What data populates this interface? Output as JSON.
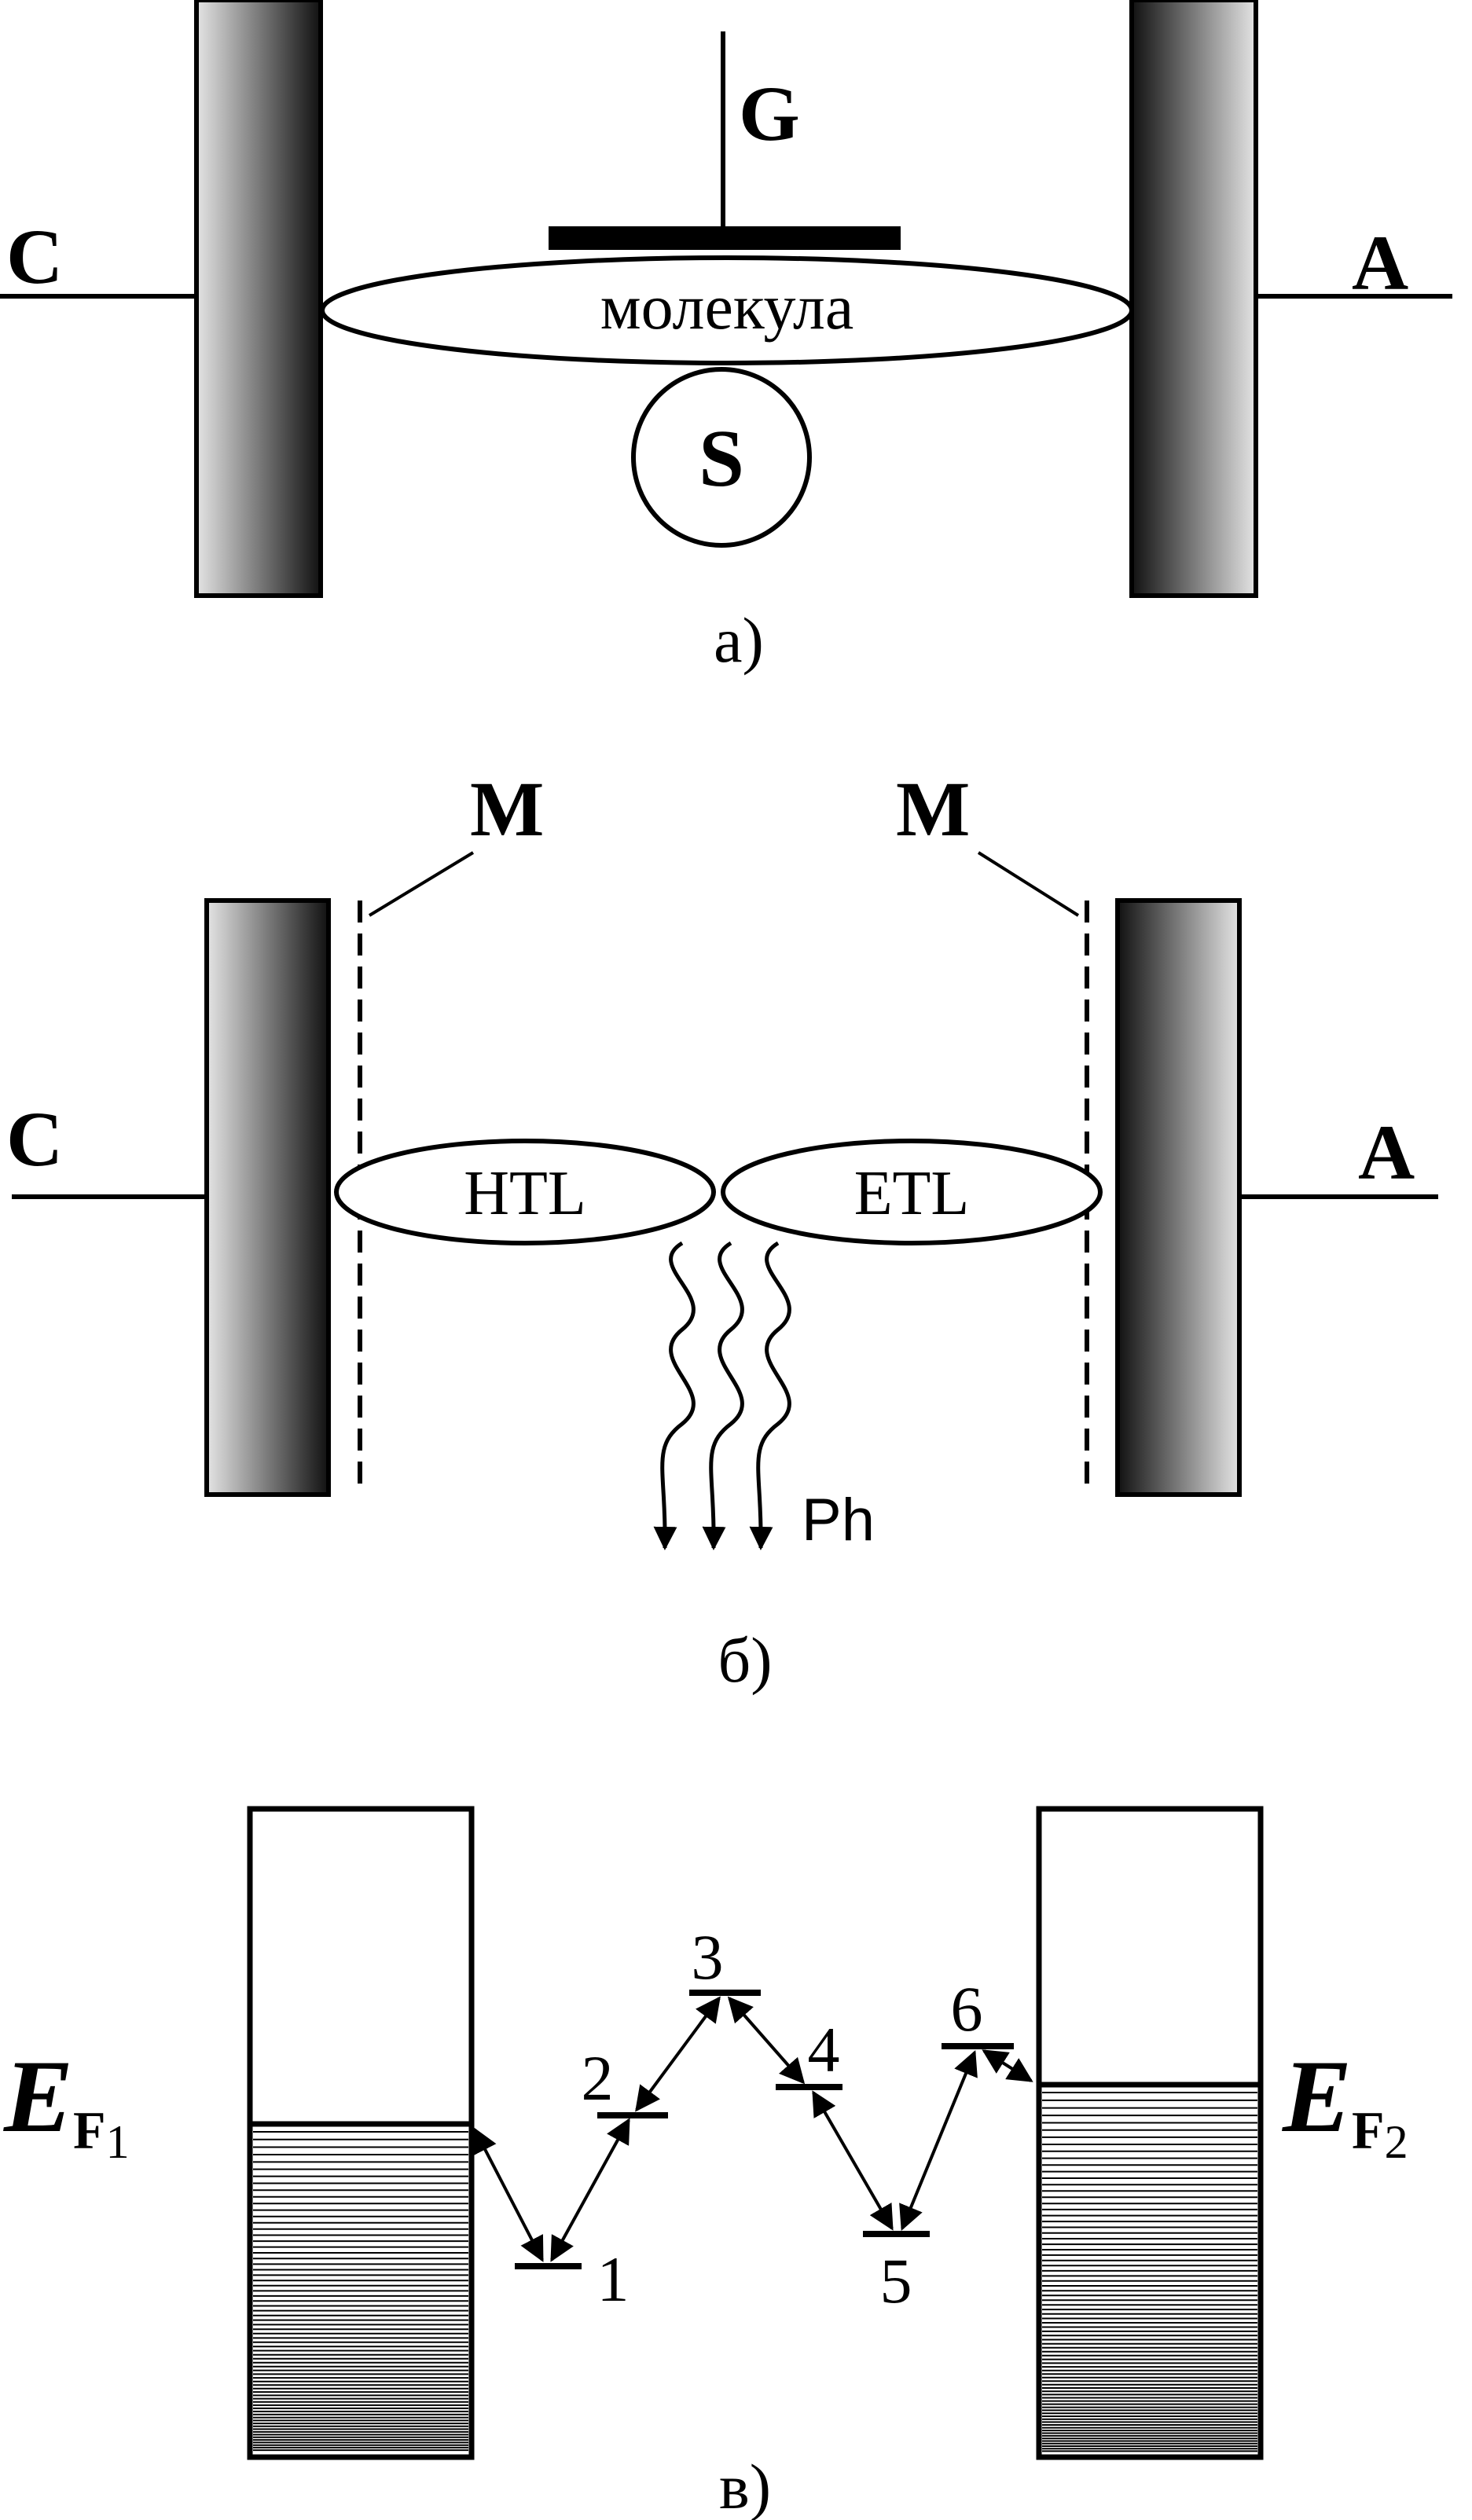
{
  "panel_a": {
    "caption": "а)",
    "left_terminal": "C",
    "right_terminal": "A",
    "gate_label": "G",
    "molecule_label": "молекула",
    "source_label": "S"
  },
  "panel_b": {
    "caption": "б)",
    "left_terminal": "C",
    "right_terminal": "A",
    "left_layer_label": "M",
    "right_layer_label": "M",
    "htl_label": "HTL",
    "etl_label": "ETL",
    "photon_label": "Ph"
  },
  "panel_c": {
    "caption": "в)",
    "ef1_main": "E",
    "ef1_sub": "F",
    "ef1_subsub": "1",
    "ef2_main": "E",
    "ef2_sub": "F",
    "ef2_subsub": "2",
    "levels": [
      "1",
      "2",
      "3",
      "4",
      "5",
      "6"
    ]
  },
  "colors": {
    "ink": "#000000",
    "electrode_dark": "#111111",
    "electrode_light": "#e0e0e0"
  }
}
